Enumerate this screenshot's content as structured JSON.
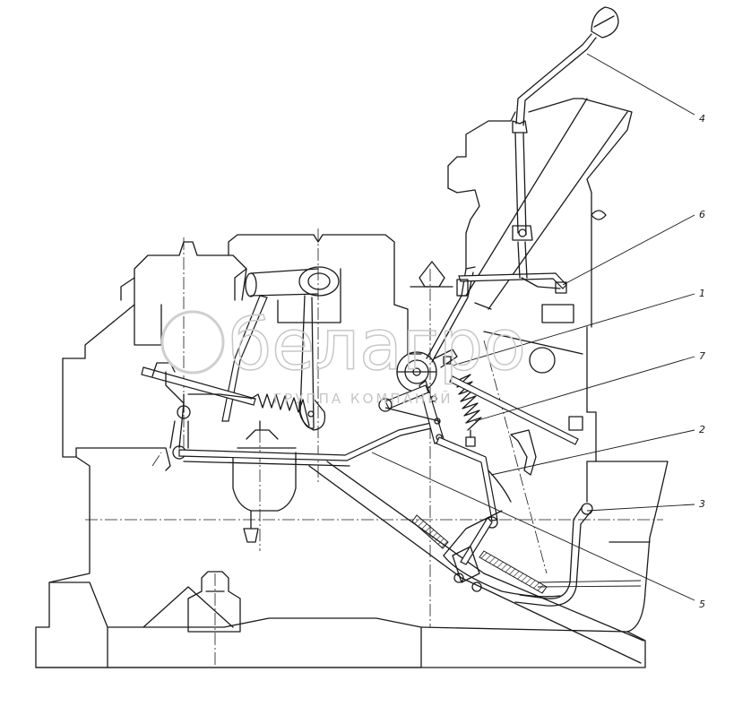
{
  "diagram": {
    "callouts": [
      {
        "id": "c1",
        "label": "1"
      },
      {
        "id": "c2",
        "label": "2"
      },
      {
        "id": "c3",
        "label": "3"
      },
      {
        "id": "c4",
        "label": "4"
      },
      {
        "id": "c5",
        "label": "5"
      },
      {
        "id": "c6",
        "label": "6"
      },
      {
        "id": "c7",
        "label": "7"
      }
    ]
  },
  "watermark": {
    "logo_text": "белагро",
    "subtitle": "ГРУППА КОМПАНИЙ",
    "color": "#c8c8c8"
  },
  "colors": {
    "line": "#1a1a1a",
    "background": "#ffffff"
  }
}
